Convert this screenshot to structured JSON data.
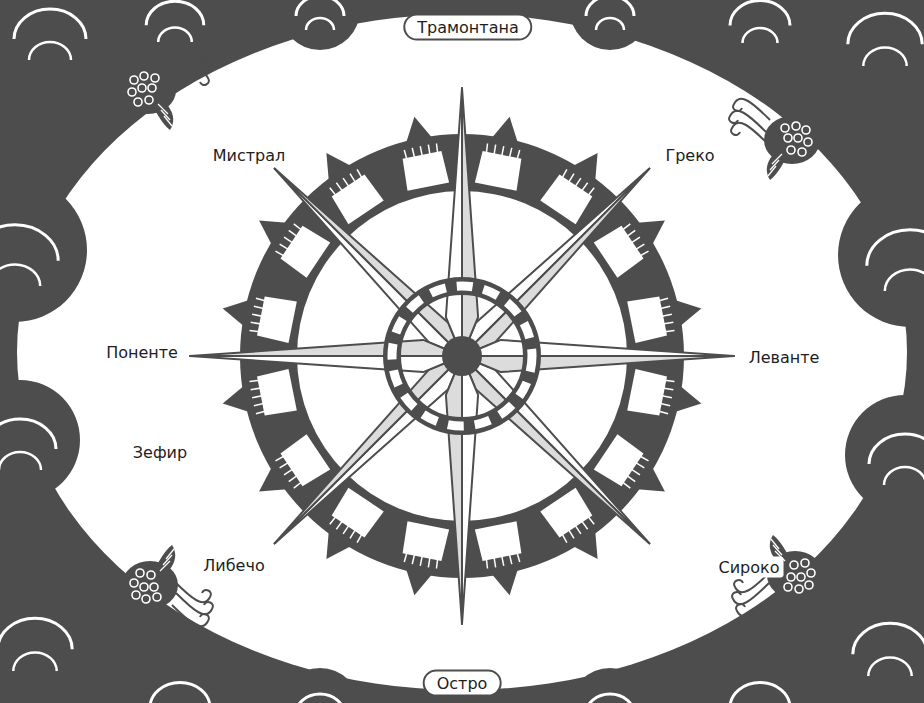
{
  "diagram": {
    "labels": [
      "Трамонтана",
      "Мистрал",
      "Греко",
      "Поненте",
      "Леванте",
      "Зефир",
      "Либечо",
      "Сироко",
      "Остро"
    ]
  }
}
